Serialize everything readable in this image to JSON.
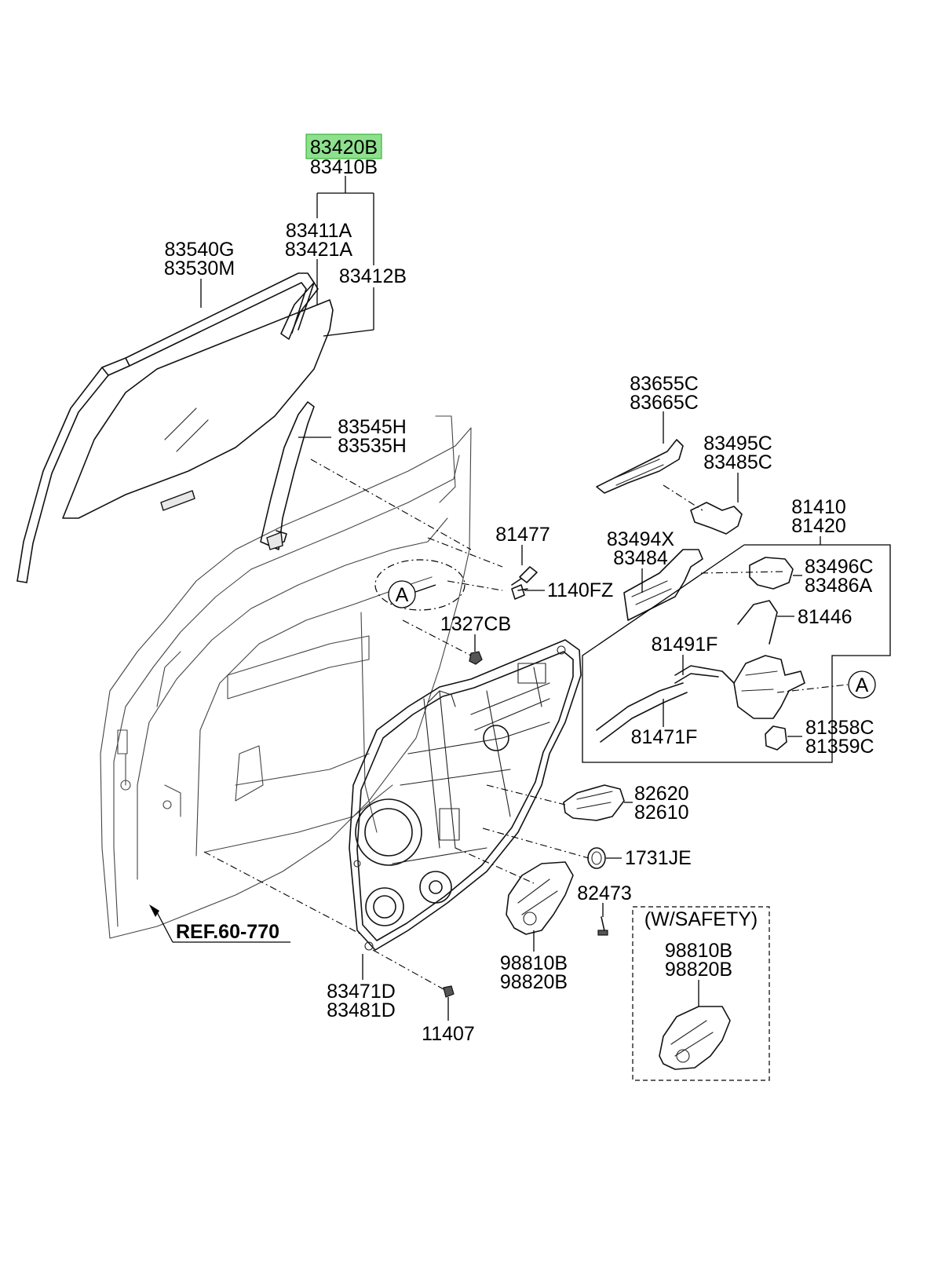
{
  "diagram": {
    "highlight": {
      "color": "#8ee08e",
      "border": "#3cb43c"
    },
    "labels": {
      "p83420B": "83420B",
      "p83410B": "83410B",
      "p83411A": "83411A",
      "p83421A": "83421A",
      "p83540G": "83540G",
      "p83530M": "83530M",
      "p83412B": "83412B",
      "p83545H": "83545H",
      "p83535H": "83535H",
      "p83655C": "83655C",
      "p83665C": "83665C",
      "p83495C": "83495C",
      "p83485C": "83485C",
      "p81410": "81410",
      "p81420": "81420",
      "p83494X": "83494X",
      "p83484": "83484",
      "p81477": "81477",
      "p1140FZ": "1140FZ",
      "p83496C": "83496C",
      "p83486A": "83486A",
      "p81446": "81446",
      "p1327CB": "1327CB",
      "p81491F": "81491F",
      "p81471F": "81471F",
      "p81358C": "81358C",
      "p81359C": "81359C",
      "p82620": "82620",
      "p82610": "82610",
      "p1731JE": "1731JE",
      "p82473": "82473",
      "wsafety": "(W/SAFETY)",
      "p98810B_a": "98810B",
      "p98820B_a": "98820B",
      "p98810B_b": "98810B",
      "p98820B_b": "98820B",
      "ref": "REF.60-770",
      "p83471D": "83471D",
      "p83481D": "83481D",
      "p11407": "11407",
      "calloutA1": "A",
      "calloutA2": "A"
    }
  }
}
